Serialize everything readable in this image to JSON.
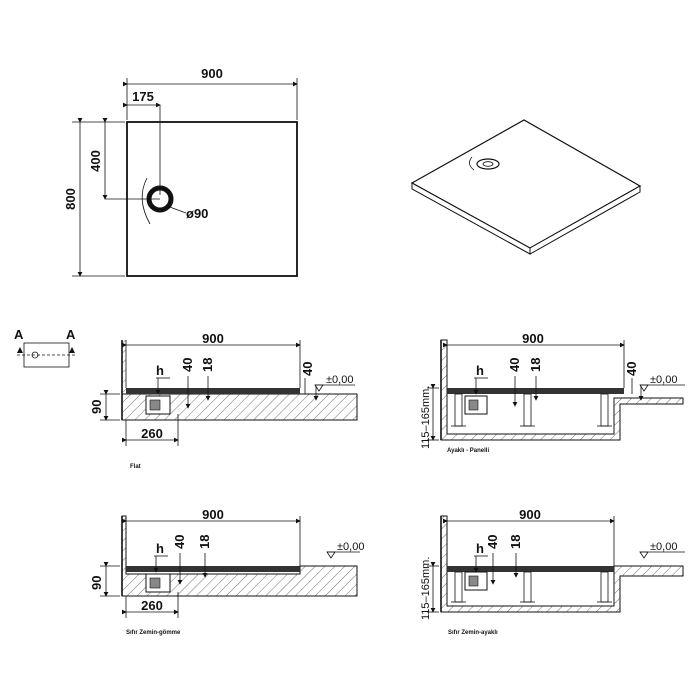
{
  "top_view": {
    "width": "900",
    "depth": "800",
    "drain_offset_x": "175",
    "drain_offset_y": "400",
    "drain_diameter": "ø90"
  },
  "section_flat": {
    "label_A_left": "A",
    "label_A_right": "A",
    "width": "900",
    "h": "h",
    "d40": "40",
    "d18": "18",
    "d40_right": "40",
    "level": "±0,00",
    "height": "90",
    "base": "260",
    "caption": "Flat"
  },
  "section_legs_panel": {
    "width": "900",
    "h": "h",
    "d40": "40",
    "d18": "18",
    "d40_right": "40",
    "level": "±0,00",
    "height_range": "115–165mm.",
    "caption": "Ayaklı - Panelli"
  },
  "section_flush_recessed": {
    "width": "900",
    "h": "h",
    "d40": "40",
    "d18": "18",
    "level": "±0,00",
    "height": "90",
    "base": "260",
    "caption": "Sıfır Zemin-gömme"
  },
  "section_flush_legs": {
    "width": "900",
    "h": "h",
    "d40": "40",
    "d18": "18",
    "level": "±0,00",
    "height_range": "115–165mm.",
    "caption": "Sıfır Zemin-ayaklı"
  }
}
